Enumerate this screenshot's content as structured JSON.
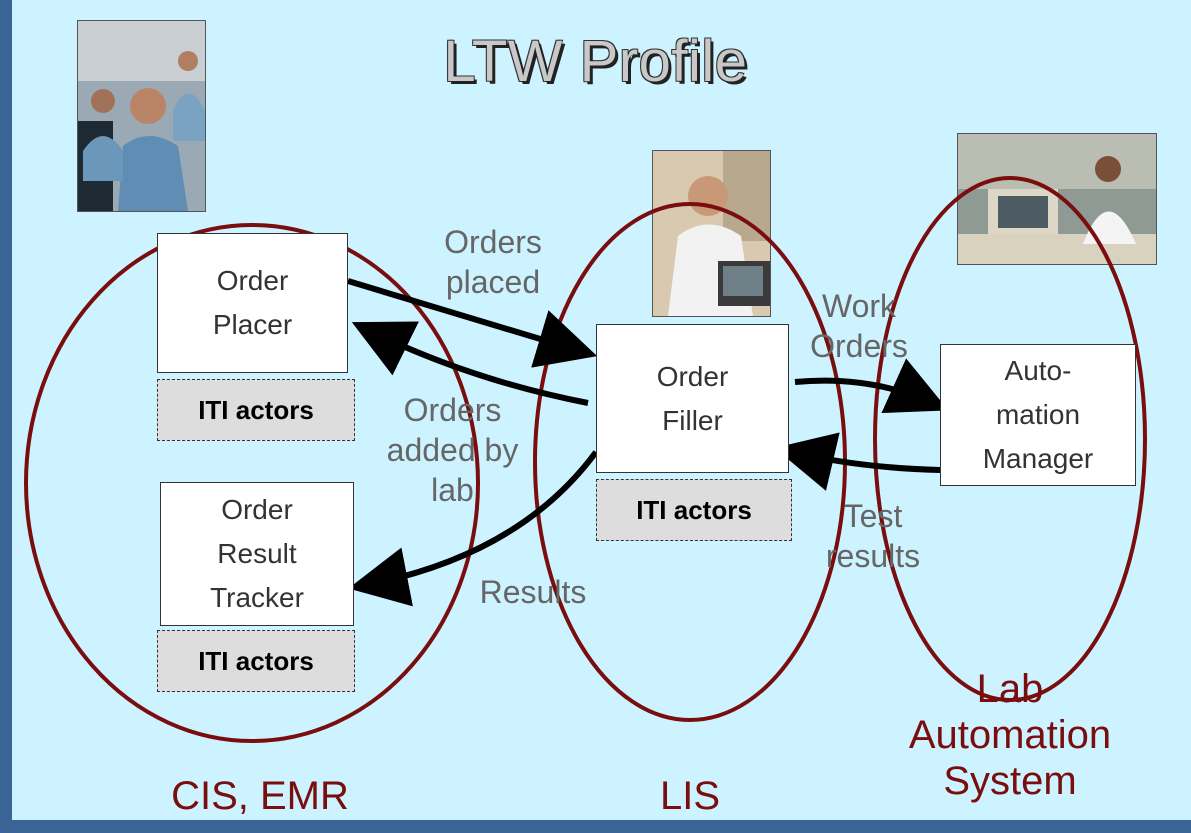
{
  "title": "LTW Profile",
  "boxes": {
    "order_placer": [
      "Order",
      "Placer"
    ],
    "order_filler": [
      "Order",
      "Filler"
    ],
    "order_result_tracker": [
      "Order",
      "Result",
      "Tracker"
    ],
    "automation_manager": [
      "Auto-",
      "mation",
      "Manager"
    ]
  },
  "iti_label": "ITI actors",
  "flows": {
    "orders_placed": [
      "Orders",
      "placed"
    ],
    "orders_added_by_lab": [
      "Orders",
      "added by",
      "lab"
    ],
    "results": "Results",
    "work_orders": [
      "Work",
      "Orders"
    ],
    "test_results": [
      "Test",
      "results"
    ]
  },
  "systems": {
    "cis_emr": "CIS, EMR",
    "lis": "LIS",
    "lab_automation": [
      "Lab",
      "Automation",
      "System"
    ]
  },
  "colors": {
    "background": "#ccf3ff",
    "frame": "#3a6496",
    "ellipse": "#7a0d0d",
    "arrow": "#000000"
  }
}
